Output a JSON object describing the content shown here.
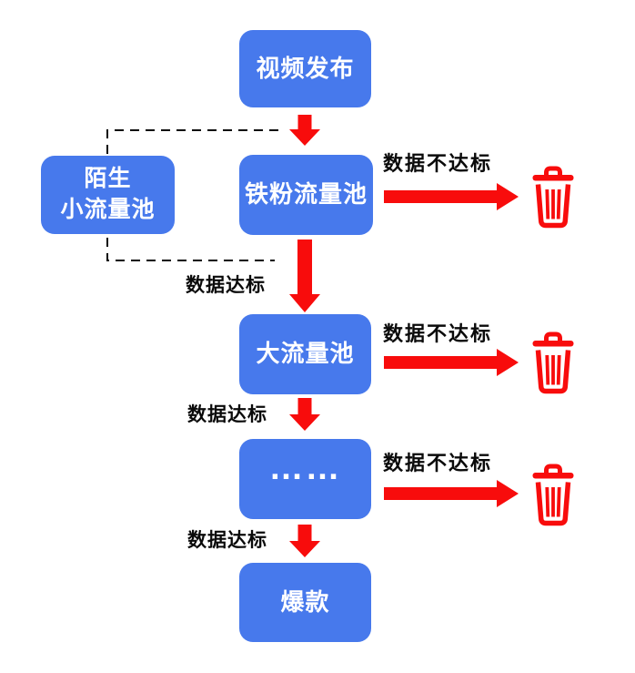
{
  "colors": {
    "node_blue": "#4779EC",
    "arrow_red": "#F80C0C",
    "label_black": "#0A0A0A",
    "background": "#FFFFFF"
  },
  "nodes": {
    "publish": {
      "label": "视频发布"
    },
    "stranger": {
      "line1": "陌生",
      "line2": "小流量池"
    },
    "ironfan": {
      "label": "铁粉流量池"
    },
    "big_pool": {
      "label": "大流量池"
    },
    "ellipsis": {
      "label": "……"
    },
    "hit": {
      "label": "爆款"
    }
  },
  "edge_labels": {
    "pass": "数据达标",
    "fail": "数据不达标"
  },
  "icons": {
    "trash": "wastebasket-outline",
    "arrow_down": "thick-down-arrow",
    "arrow_right": "thick-right-arrow",
    "dashed_connector": "dashed-bracket"
  }
}
